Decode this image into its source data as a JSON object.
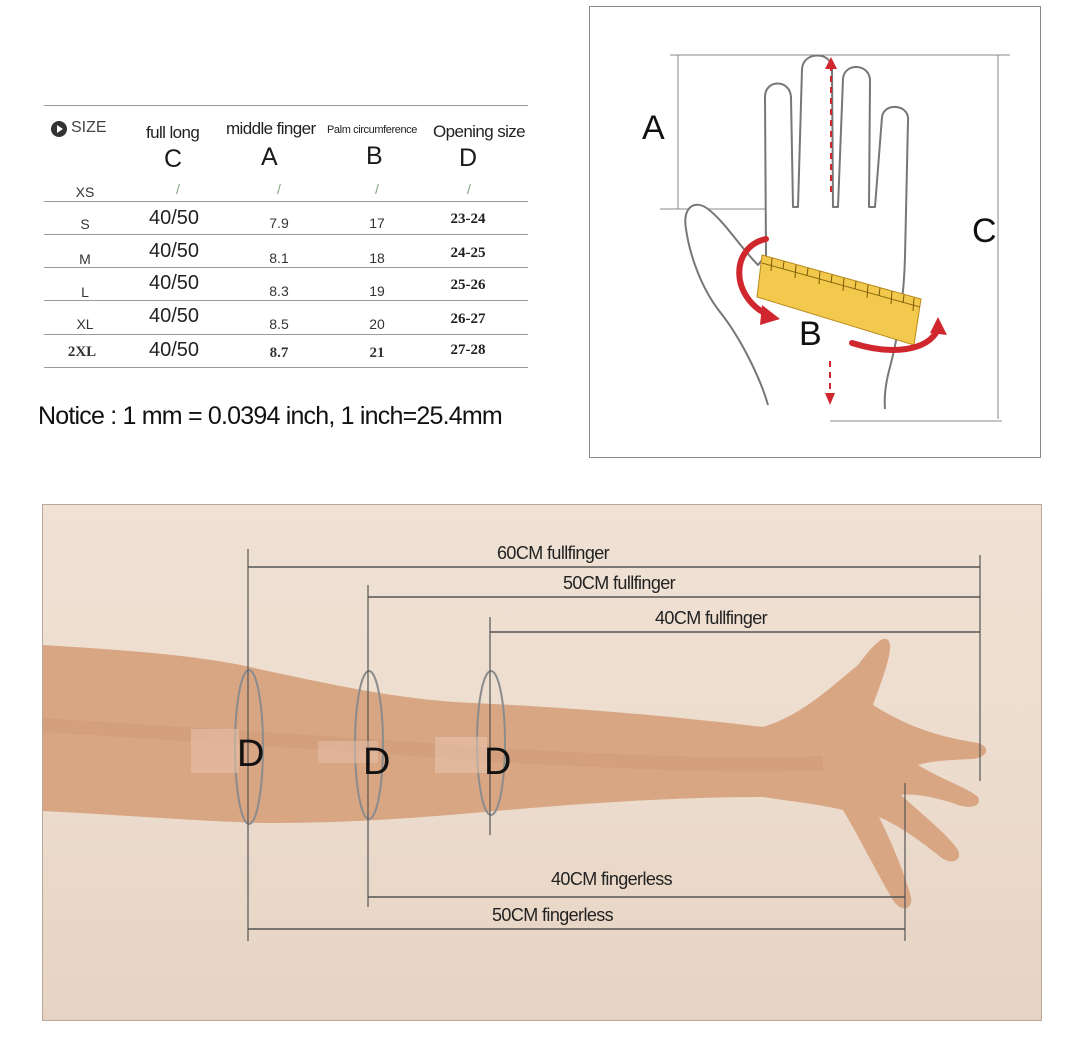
{
  "size_chart": {
    "header": {
      "size_label": "SIZE",
      "col_c_title": "full long",
      "col_a_title": "middle finger",
      "col_b_title": "Palm circumference",
      "col_d_title": "Opening size",
      "col_c_letter": "C",
      "col_a_letter": "A",
      "col_b_letter": "B",
      "col_d_letter": "D"
    },
    "rows": [
      {
        "size": "XS",
        "c": "/",
        "a": "/",
        "b": "/",
        "d": "/"
      },
      {
        "size": "S",
        "c": "40/50",
        "a": "7.9",
        "b": "17",
        "d": "23-24"
      },
      {
        "size": "M",
        "c": "40/50",
        "a": "8.1",
        "b": "18",
        "d": "24-25"
      },
      {
        "size": "L",
        "c": "40/50",
        "a": "8.3",
        "b": "19",
        "d": "25-26"
      },
      {
        "size": "XL",
        "c": "40/50",
        "a": "8.5",
        "b": "20",
        "d": "26-27"
      },
      {
        "size": "2XL",
        "c": "40/50",
        "a": "8.7",
        "b": "21",
        "d": "27-28"
      }
    ]
  },
  "notice": "Notice : 1 mm = 0.0394 inch, 1 inch=25.4mm",
  "hand_diagram": {
    "label_a": "A",
    "label_b": "B",
    "label_c": "C"
  },
  "arm_diagram": {
    "full_60": "60CM fullfinger",
    "full_50": "50CM fullfinger",
    "full_40": "40CM fullfinger",
    "fingerless_40": "40CM fingerless",
    "fingerless_50": "50CM fingerless",
    "opening_labels": [
      "D",
      "D",
      "D"
    ]
  },
  "colors": {
    "arrow_red": "#d0272f",
    "ruler_yellow": "#f2c94c",
    "skin": "#d9a684",
    "photo_bg": "#ecdccd"
  }
}
